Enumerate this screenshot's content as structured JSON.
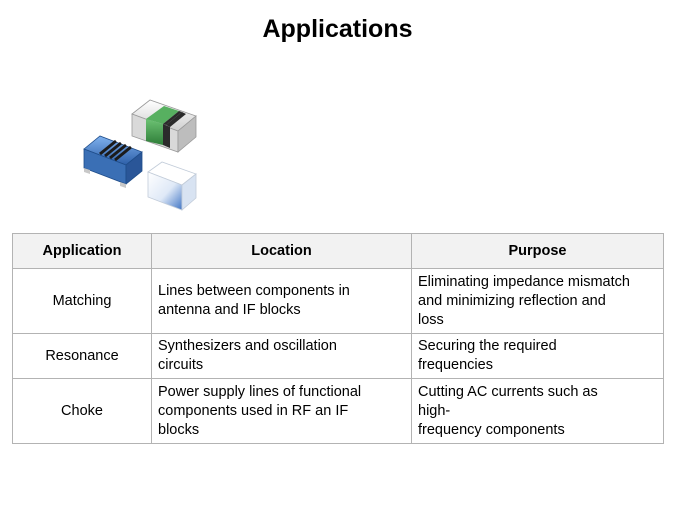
{
  "title": "Applications",
  "image": {
    "icon": "inductor-components-photo",
    "colors": {
      "blue": "#3a6fb5",
      "green": "#3d9a48",
      "dark": "#2b2b2b",
      "white": "#f4f4f4"
    }
  },
  "table": {
    "headers": [
      "Application",
      "Location",
      "Purpose"
    ],
    "rows": [
      {
        "application": "Matching",
        "location": [
          "Lines between components in",
          "antenna  and IF blocks"
        ],
        "purpose": [
          "Eliminating impedance mismatch",
          "and minimizing reflection and",
          "loss"
        ]
      },
      {
        "application": "Resonance",
        "location": [
          "Synthesizers  and oscillation",
          "circuits"
        ],
        "purpose": [
          "Securing the required",
          "frequencies"
        ]
      },
      {
        "application": "Choke",
        "location": [
          "Power supply lines of functional",
          "components used in RF an IF",
          "blocks"
        ],
        "purpose": [
          "Cutting AC currents  such as",
          "high-",
          "frequency  components"
        ]
      }
    ]
  }
}
